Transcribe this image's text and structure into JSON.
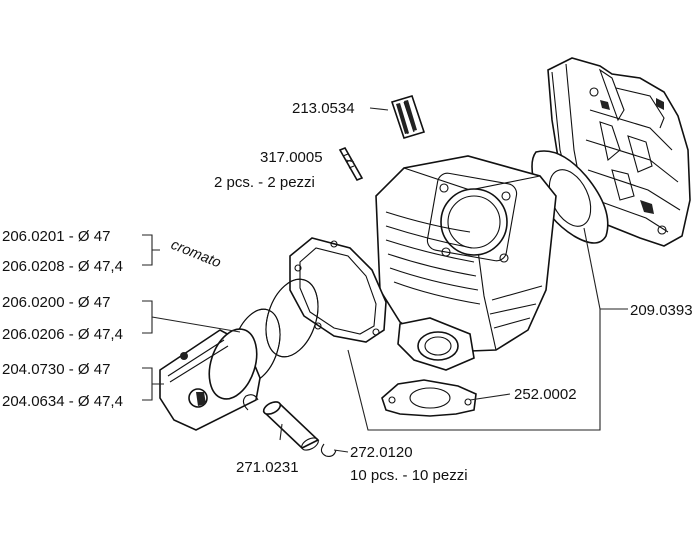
{
  "labels": {
    "reed_valve": "213.0534",
    "stud": "317.0005",
    "stud_qty": "2 pcs. - 2 pezzi",
    "rings_chromed_47": "206.0201 - Ø 47",
    "rings_chromed_474": "206.0208 - Ø 47,4",
    "cromato": "cromato",
    "rings_47": "206.0200 - Ø 47",
    "rings_474": "206.0206 - Ø 47,4",
    "piston_47": "204.0730 - Ø 47",
    "piston_474": "204.0634 - Ø 47,4",
    "gasket_set": "209.0393",
    "intake_gasket": "252.0002",
    "pin": "271.0231",
    "clips": "272.0120",
    "clips_qty": "10 pcs. - 10 pezzi"
  },
  "parts": [
    {
      "name": "cylinder-head",
      "icon": "cylinder-head-icon"
    },
    {
      "name": "head-gasket",
      "icon": "head-gasket-icon"
    },
    {
      "name": "cylinder",
      "icon": "cylinder-icon"
    },
    {
      "name": "base-gasket",
      "icon": "base-gasket-icon"
    },
    {
      "name": "intake-gasket",
      "icon": "intake-gasket-icon"
    },
    {
      "name": "piston-rings",
      "icon": "piston-ring-icon"
    },
    {
      "name": "piston",
      "icon": "piston-icon"
    },
    {
      "name": "piston-pin",
      "icon": "piston-pin-icon"
    },
    {
      "name": "circlips",
      "icon": "circlip-icon"
    },
    {
      "name": "stud",
      "icon": "stud-icon"
    },
    {
      "name": "reed-valve",
      "icon": "reed-valve-icon"
    }
  ]
}
